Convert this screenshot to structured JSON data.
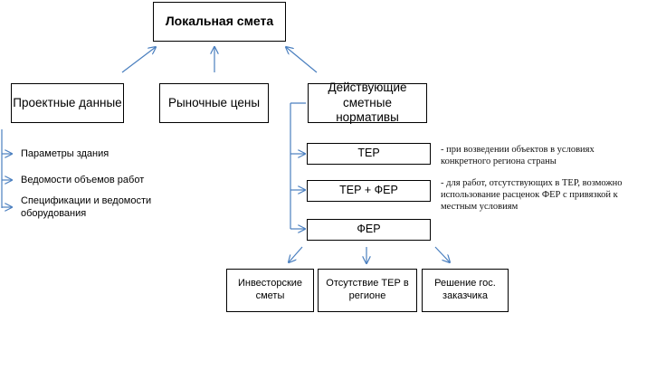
{
  "root": {
    "label": "Локальная смета"
  },
  "sources": [
    {
      "label": "Проектные данные"
    },
    {
      "label": "Рыночные цены"
    },
    {
      "label": "Действующие сметные нормативы"
    }
  ],
  "project_data_items": [
    {
      "label": "Параметры здания"
    },
    {
      "label": "Ведомости объемов работ"
    },
    {
      "label": "Спецификации и ведомости оборудования"
    }
  ],
  "norms": [
    {
      "label": "ТЕР",
      "note": "- при возведении объектов в условиях конкретного региона страны"
    },
    {
      "label": "ТЕР + ФЕР",
      "note": "- для работ, отсутствующих в ТЕР, возможно использование расценок ФЕР с привязкой к местным условиям"
    },
    {
      "label": "ФЕР",
      "note": ""
    }
  ],
  "fer_cases": [
    {
      "label": "Инвесторские сметы"
    },
    {
      "label": "Отсутствие ТЕР в регионе"
    },
    {
      "label": "Решение гос. заказчика"
    }
  ],
  "colors": {
    "arrow": "#4a7fbf",
    "border": "#000000"
  }
}
